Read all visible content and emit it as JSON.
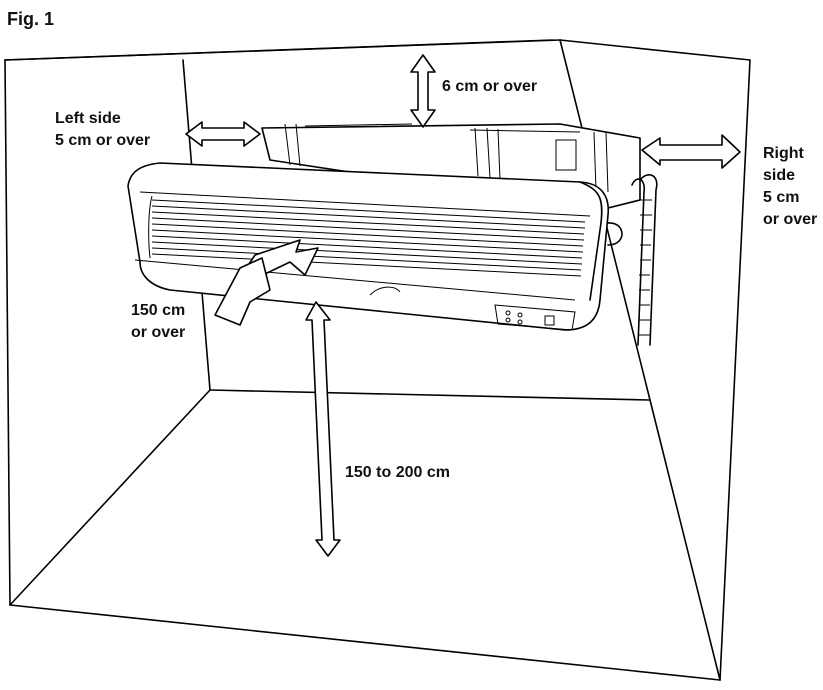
{
  "figure": {
    "title": "Fig. 1"
  },
  "clearances": {
    "top": "6 cm or over",
    "left": [
      "Left side",
      "5 cm or over"
    ],
    "right": [
      "Right",
      "side",
      "5 cm",
      "or over"
    ],
    "front": [
      "150 cm",
      "or over"
    ],
    "floor": "150 to 200 cm"
  }
}
